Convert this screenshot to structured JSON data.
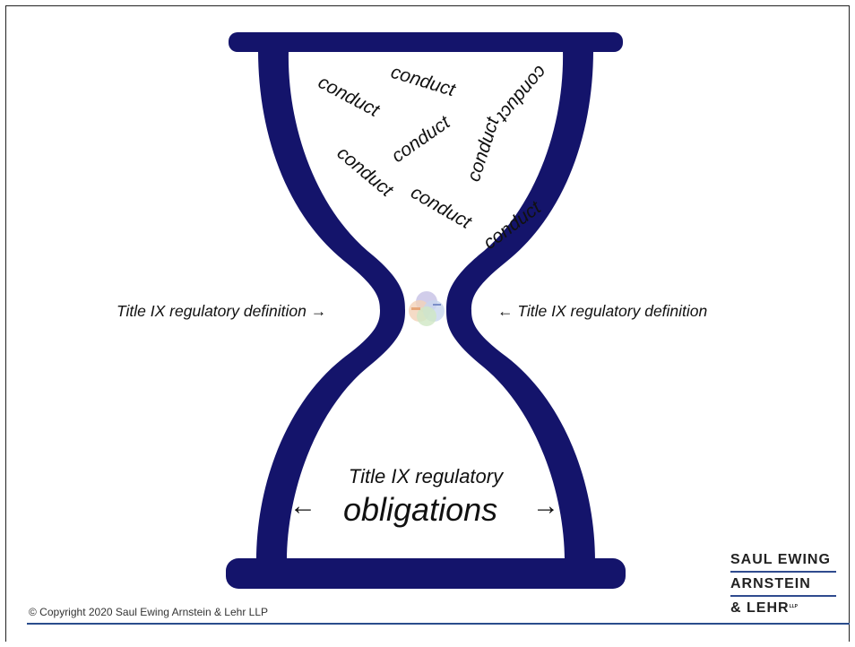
{
  "words": [
    {
      "id": "w1",
      "text": "conduct"
    },
    {
      "id": "w2",
      "text": "conduct"
    },
    {
      "id": "w3",
      "text": "conduct"
    },
    {
      "id": "w4",
      "text": "conduct"
    },
    {
      "id": "w5",
      "text": "conduct"
    },
    {
      "id": "w6",
      "text": "conduct"
    },
    {
      "id": "w7",
      "text": "conduct"
    },
    {
      "id": "w8",
      "text": "conduct"
    }
  ],
  "left_label": "Title IX regulatory definition →",
  "right_label": "← Title IX regulatory definition",
  "bottom_small": "Title IX regulatory",
  "bottom_big": "obligations",
  "left_arrow": "←",
  "right_arrow": "→",
  "copyright": "© Copyright 2020 Saul Ewing Arnstein & Lehr LLP",
  "logo": {
    "line1": "SAUL EWING",
    "line2": "ARNSTEIN",
    "line3": "& LEHR",
    "suffix": "LLP"
  },
  "colors": {
    "hourglass": "#14146b",
    "rule": "#2a4c8c"
  }
}
